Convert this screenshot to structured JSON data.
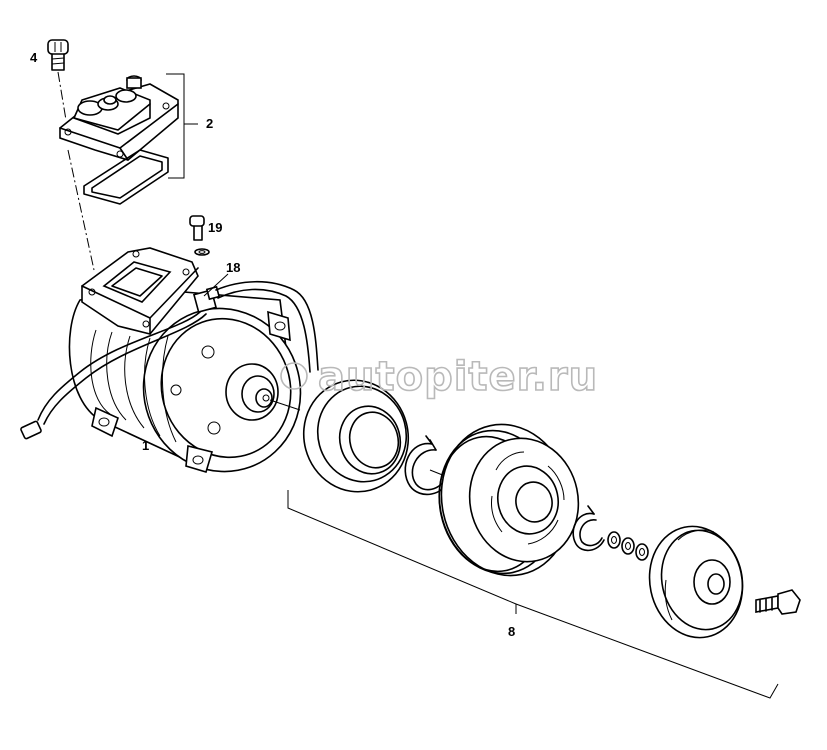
{
  "callouts": {
    "c1": "1",
    "c2": "2",
    "c4": "4",
    "c8": "8",
    "c18": "18",
    "c19": "19"
  },
  "watermark": "autopiter.ru",
  "colors": {
    "line": "#000000",
    "watermark": "#b9b9b9",
    "background": "#ffffff"
  }
}
